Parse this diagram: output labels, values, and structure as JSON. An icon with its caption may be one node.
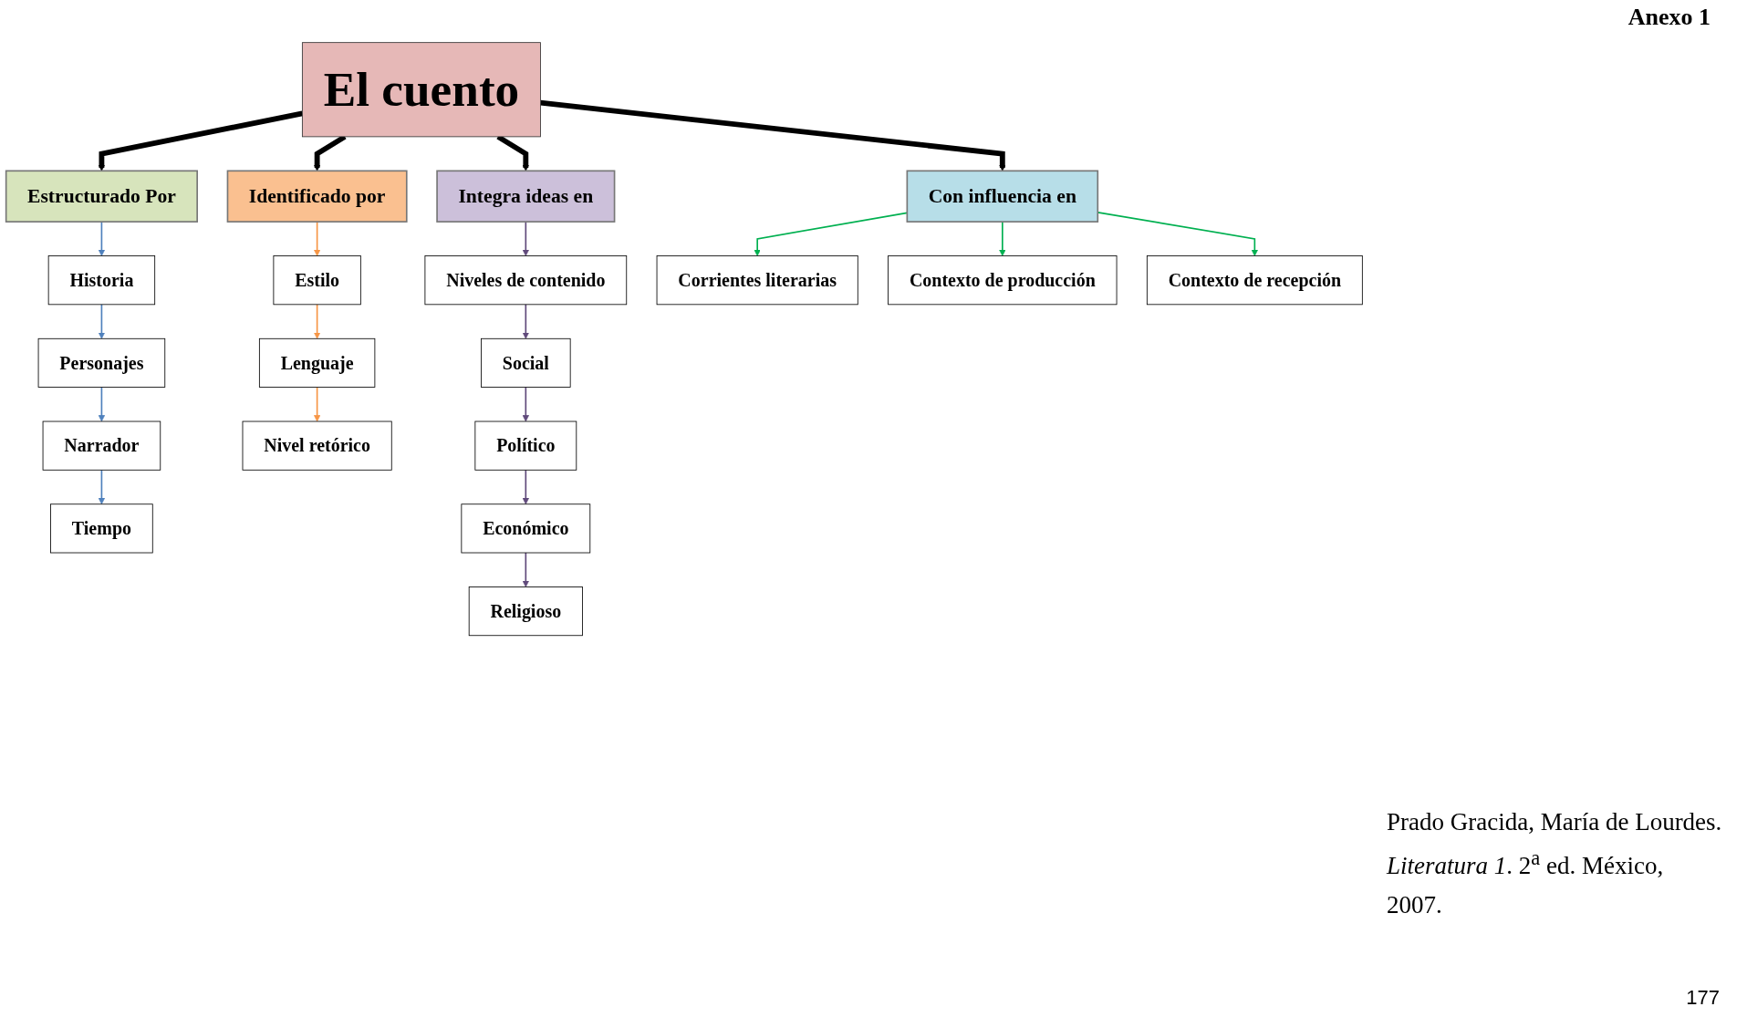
{
  "diagram": {
    "nodes": [
      {
        "text": [
          "El cuento"
        ]
      },
      {
        "text": [
          "Estructurado Por"
        ]
      },
      {
        "text": [
          "Identificado por"
        ]
      },
      {
        "text": [
          "Integra ideas en"
        ]
      },
      {
        "text": [
          "Con influencia en"
        ]
      },
      {
        "text": [
          "Historia"
        ]
      },
      {
        "text": [
          "Personajes"
        ]
      },
      {
        "text": [
          "Narrador"
        ]
      },
      {
        "text": [
          "Tiempo"
        ]
      },
      {
        "text": [
          "Estilo"
        ]
      },
      {
        "text": [
          "Lenguaje"
        ]
      },
      {
        "text": [
          "Nivel retórico"
        ]
      },
      {
        "text": [
          "Niveles de contenido"
        ]
      },
      {
        "text": [
          "Social"
        ]
      },
      {
        "text": [
          "Político"
        ]
      },
      {
        "text": [
          "Económico"
        ]
      },
      {
        "text": [
          "Religioso"
        ]
      },
      {
        "text": [
          "Corrientes literarias"
        ]
      },
      {
        "text": [
          "Contexto de producción"
        ]
      },
      {
        "text": [
          "Contexto de recepción"
        ]
      }
    ],
    "edges": [
      {
        "from": 0,
        "to": 1,
        "arrow": "to",
        "style": "thick",
        "color": "#000000"
      },
      {
        "from": 0,
        "to": 2,
        "arrow": "to",
        "style": "thick",
        "color": "#000000"
      },
      {
        "from": 0,
        "to": 3,
        "arrow": "to",
        "style": "thick",
        "color": "#000000"
      },
      {
        "from": 0,
        "to": 4,
        "arrow": "to",
        "style": "thick",
        "color": "#000000"
      },
      {
        "from": 1,
        "to": 5,
        "arrow": "to",
        "color": "#4f81bd"
      },
      {
        "from": 5,
        "to": 6,
        "arrow": "to",
        "color": "#4f81bd"
      },
      {
        "from": 6,
        "to": 7,
        "arrow": "to",
        "color": "#4f81bd"
      },
      {
        "from": 7,
        "to": 8,
        "arrow": "to",
        "color": "#4f81bd"
      },
      {
        "from": 2,
        "to": 9,
        "arrow": "to",
        "color": "#f79646"
      },
      {
        "from": 9,
        "to": 10,
        "arrow": "to",
        "color": "#f79646"
      },
      {
        "from": 10,
        "to": 11,
        "arrow": "to",
        "color": "#f79646"
      },
      {
        "from": 3,
        "to": 12,
        "arrow": "to",
        "color": "#604a7b"
      },
      {
        "from": 12,
        "to": 13,
        "arrow": "to",
        "color": "#604a7b"
      },
      {
        "from": 13,
        "to": 14,
        "arrow": "to",
        "color": "#604a7b"
      },
      {
        "from": 14,
        "to": 15,
        "arrow": "to",
        "color": "#604a7b"
      },
      {
        "from": 15,
        "to": 16,
        "arrow": "to",
        "color": "#604a7b"
      },
      {
        "from": 4,
        "to": 17,
        "arrow": "to",
        "color": "#00b050"
      },
      {
        "from": 4,
        "to": 18,
        "arrow": "to",
        "color": "#00b050"
      },
      {
        "from": 4,
        "to": 19,
        "arrow": "to",
        "color": "#00b050"
      }
    ],
    "labels": [
      "Anexo 1",
      "Prado Gracida, María de Lourdes. *Literatura 1*. 2$^{a}$ ed. México, 2007.",
      "177"
    ]
  }
}
